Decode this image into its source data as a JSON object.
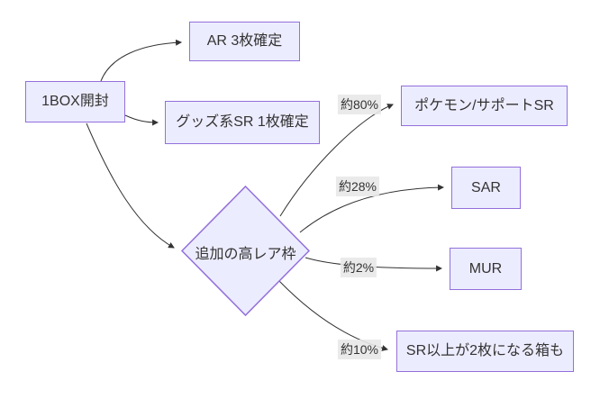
{
  "diagram": {
    "type": "flowchart",
    "direction": "left-to-right",
    "colors": {
      "background": "#ffffff",
      "node_fill": "#ECECFF",
      "node_border": "#9370DB",
      "edge_line": "#333333",
      "text": "#333333",
      "edge_label_background": "#e8e8e8"
    },
    "nodes": {
      "box_open": {
        "label": "1BOX開封",
        "shape": "rect"
      },
      "ar": {
        "label": "AR 3枚確定",
        "shape": "rect"
      },
      "goods_sr": {
        "label": "グッズ系SR 1枚確定",
        "shape": "rect"
      },
      "extra_rare": {
        "label": "追加の高レア枠",
        "shape": "diamond"
      },
      "pokemon_sr": {
        "label": "ポケモン/サポートSR",
        "shape": "rect"
      },
      "sar": {
        "label": "SAR",
        "shape": "rect"
      },
      "mur": {
        "label": "MUR",
        "shape": "rect"
      },
      "sr_two": {
        "label": "SR以上が2枚になる箱も",
        "shape": "rect"
      }
    },
    "edges": [
      {
        "from": "box_open",
        "to": "ar",
        "label": ""
      },
      {
        "from": "box_open",
        "to": "goods_sr",
        "label": ""
      },
      {
        "from": "box_open",
        "to": "extra_rare",
        "label": ""
      },
      {
        "from": "extra_rare",
        "to": "pokemon_sr",
        "label": "約80%"
      },
      {
        "from": "extra_rare",
        "to": "sar",
        "label": "約28%"
      },
      {
        "from": "extra_rare",
        "to": "mur",
        "label": "約2%"
      },
      {
        "from": "extra_rare",
        "to": "sr_two",
        "label": "約10%"
      }
    ]
  }
}
